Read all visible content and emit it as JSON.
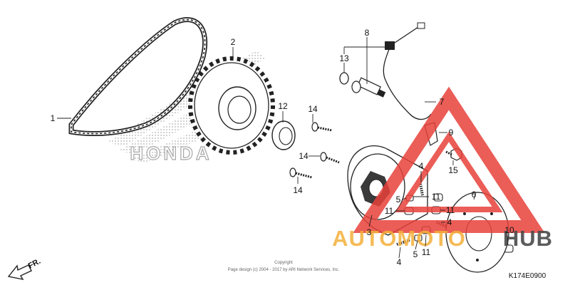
{
  "diagram": {
    "diagram_code": "K174E0900",
    "direction_label": "FR.",
    "copyright_line1": "Copyright",
    "copyright_line2": "Page design (c) 2004 - 2017 by ARI Network Services, Inc.",
    "watermark_brand": "HONDA",
    "watermark_site": "AUTOMOTOHUB"
  },
  "callouts": [
    {
      "id": "c1",
      "label": "1"
    },
    {
      "id": "c2",
      "label": "2"
    },
    {
      "id": "c3",
      "label": "3"
    },
    {
      "id": "c4a",
      "label": "4"
    },
    {
      "id": "c4b",
      "label": "4"
    },
    {
      "id": "c4c",
      "label": "4"
    },
    {
      "id": "c5a",
      "label": "5"
    },
    {
      "id": "c5b",
      "label": "5"
    },
    {
      "id": "c6",
      "label": "6"
    },
    {
      "id": "c7",
      "label": "7"
    },
    {
      "id": "c8",
      "label": "8"
    },
    {
      "id": "c9",
      "label": "9"
    },
    {
      "id": "c10",
      "label": "10"
    },
    {
      "id": "c11a",
      "label": "11"
    },
    {
      "id": "c11b",
      "label": "11"
    },
    {
      "id": "c11c",
      "label": "11"
    },
    {
      "id": "c11d",
      "label": "11"
    },
    {
      "id": "c12",
      "label": "12"
    },
    {
      "id": "c13",
      "label": "13"
    },
    {
      "id": "c14a",
      "label": "14"
    },
    {
      "id": "c14b",
      "label": "14"
    },
    {
      "id": "c14c",
      "label": "14"
    },
    {
      "id": "c15",
      "label": "15"
    }
  ],
  "colors": {
    "watermark_red": "#e8413a",
    "watermark_orange": "#f4b03a",
    "watermark_gray": "#4a4a4a",
    "honda_gray": "#c9c9c9",
    "ink": "#222222"
  }
}
